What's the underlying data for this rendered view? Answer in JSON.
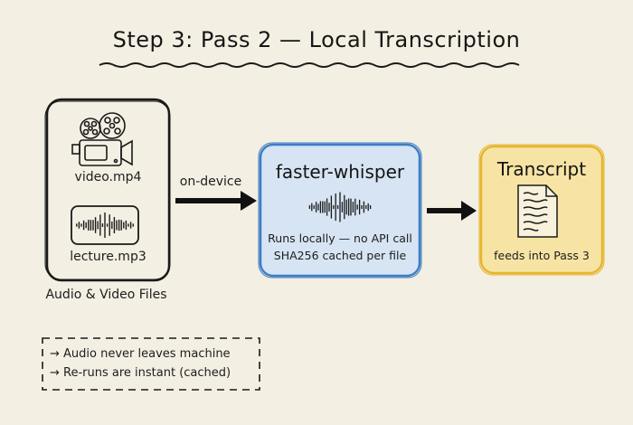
{
  "title": "Step 3: Pass 2 — Local Transcription",
  "source": {
    "group_label": "Audio & Video Files",
    "files": [
      {
        "name": "video.mp4",
        "icon": "film-camera-icon"
      },
      {
        "name": "lecture.mp3",
        "icon": "audio-waveform-icon"
      }
    ]
  },
  "arrow_label": "on-device",
  "processor": {
    "title": "faster-whisper",
    "icon": "sound-wave-icon",
    "lines": [
      "Runs locally — no API call",
      "SHA256 cached per file"
    ],
    "fill": "#d6e4f3",
    "stroke": "#3e7cc4"
  },
  "output": {
    "title": "Transcript",
    "icon": "document-icon",
    "caption": "feeds into Pass 3",
    "fill": "#f7e4a4",
    "stroke": "#e6b52e"
  },
  "notes": [
    "→ Audio never leaves machine",
    "→ Re-runs are instant (cached)"
  ]
}
